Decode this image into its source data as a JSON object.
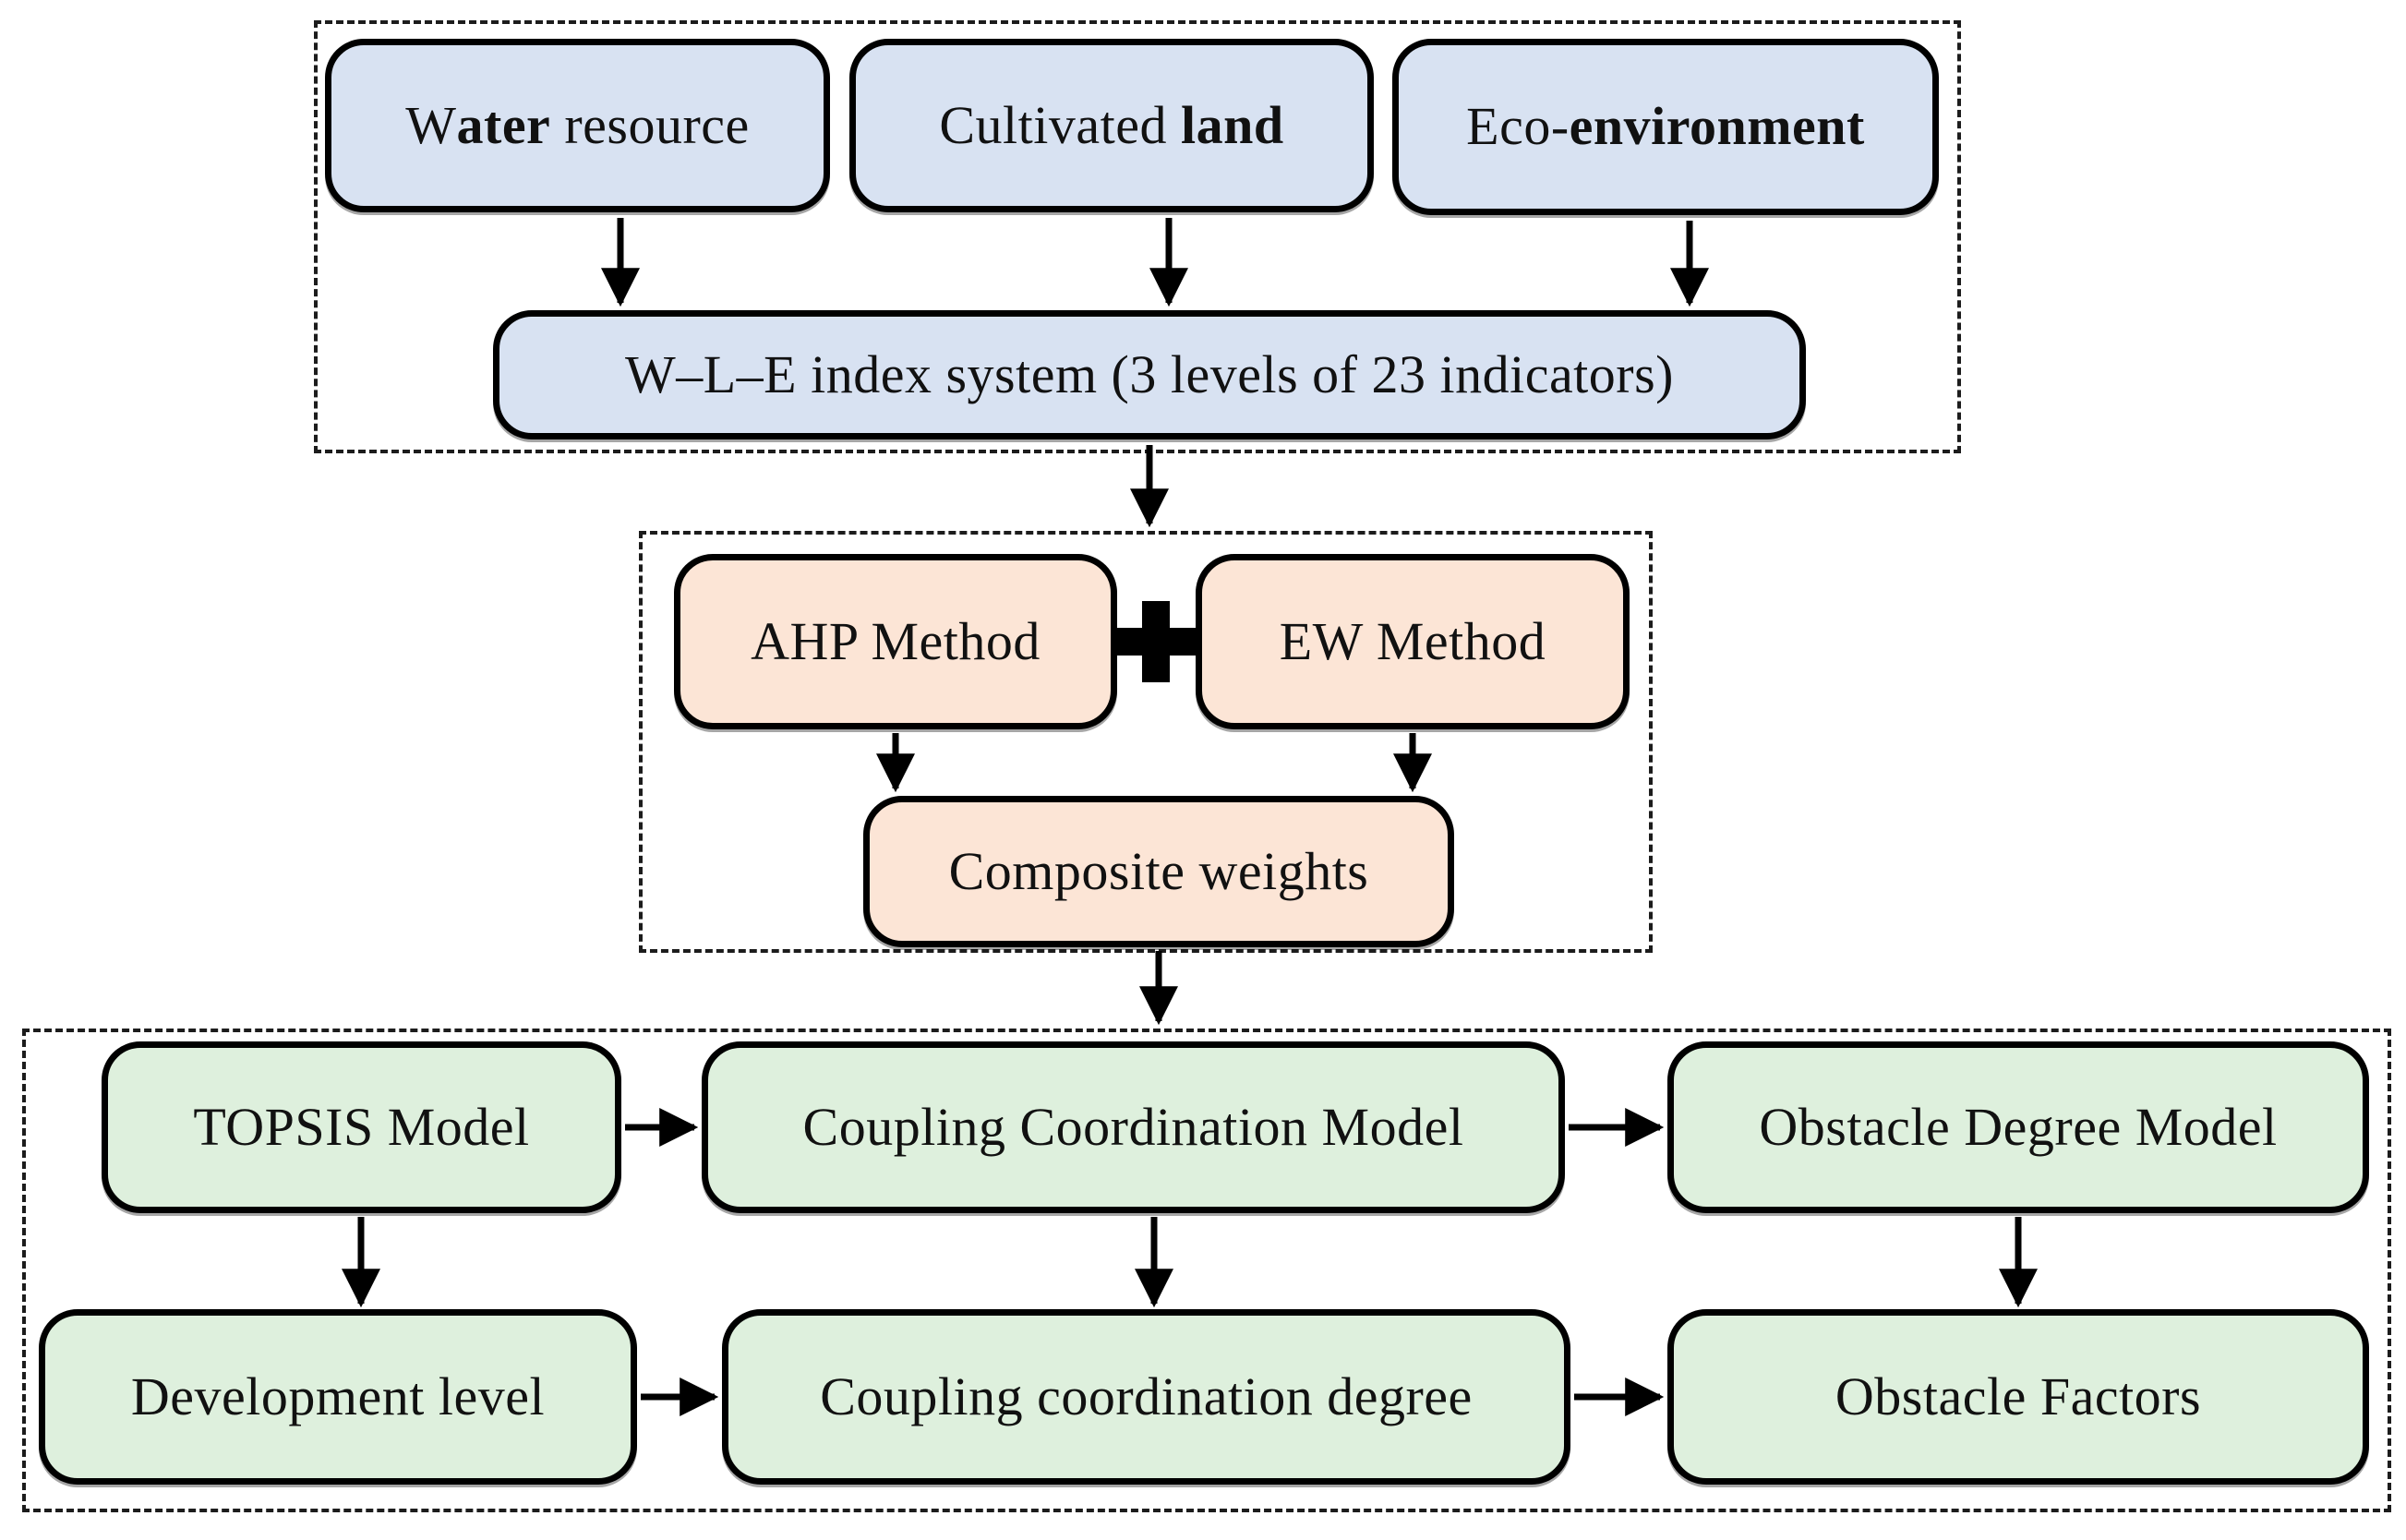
{
  "figure": {
    "type": "flowchart",
    "background": "#ffffff"
  },
  "colors": {
    "blue_fill": "#d8e2f2",
    "peach_fill": "#fce5d6",
    "green_fill": "#def0dd",
    "box_border": "#000000",
    "dashed_border": "#1c1c1c",
    "arrow": "#000000",
    "text": "#111111"
  },
  "index_system_section": {
    "water_box": {
      "segments": {
        "normal1": "W",
        "bold": "ater",
        "normal2": " resource"
      }
    },
    "land_box": {
      "segments": {
        "normal1": "Cultivated ",
        "bold": "land"
      }
    },
    "eco_box": {
      "segments": {
        "normal1": "Eco-",
        "bold": "environment"
      }
    },
    "index_box": {
      "label": "W–L–E index system (3 levels of 23 indicators)"
    }
  },
  "weighting_section": {
    "ahp_box": {
      "label": "AHP Method"
    },
    "plus_icon": "plus",
    "ew_box": {
      "label": "EW Method"
    },
    "composite_box": {
      "label": "Composite weights"
    }
  },
  "models_section": {
    "topsis_box": {
      "label": "TOPSIS Model"
    },
    "coupling_model_box": {
      "label": "Coupling Coordination Model"
    },
    "obstacle_model_box": {
      "label": "Obstacle Degree Model"
    },
    "development_box": {
      "label": "Development level"
    },
    "coupling_degree_box": {
      "label": "Coupling coordination degree"
    },
    "obstacle_factors_box": {
      "label": "Obstacle Factors"
    }
  }
}
